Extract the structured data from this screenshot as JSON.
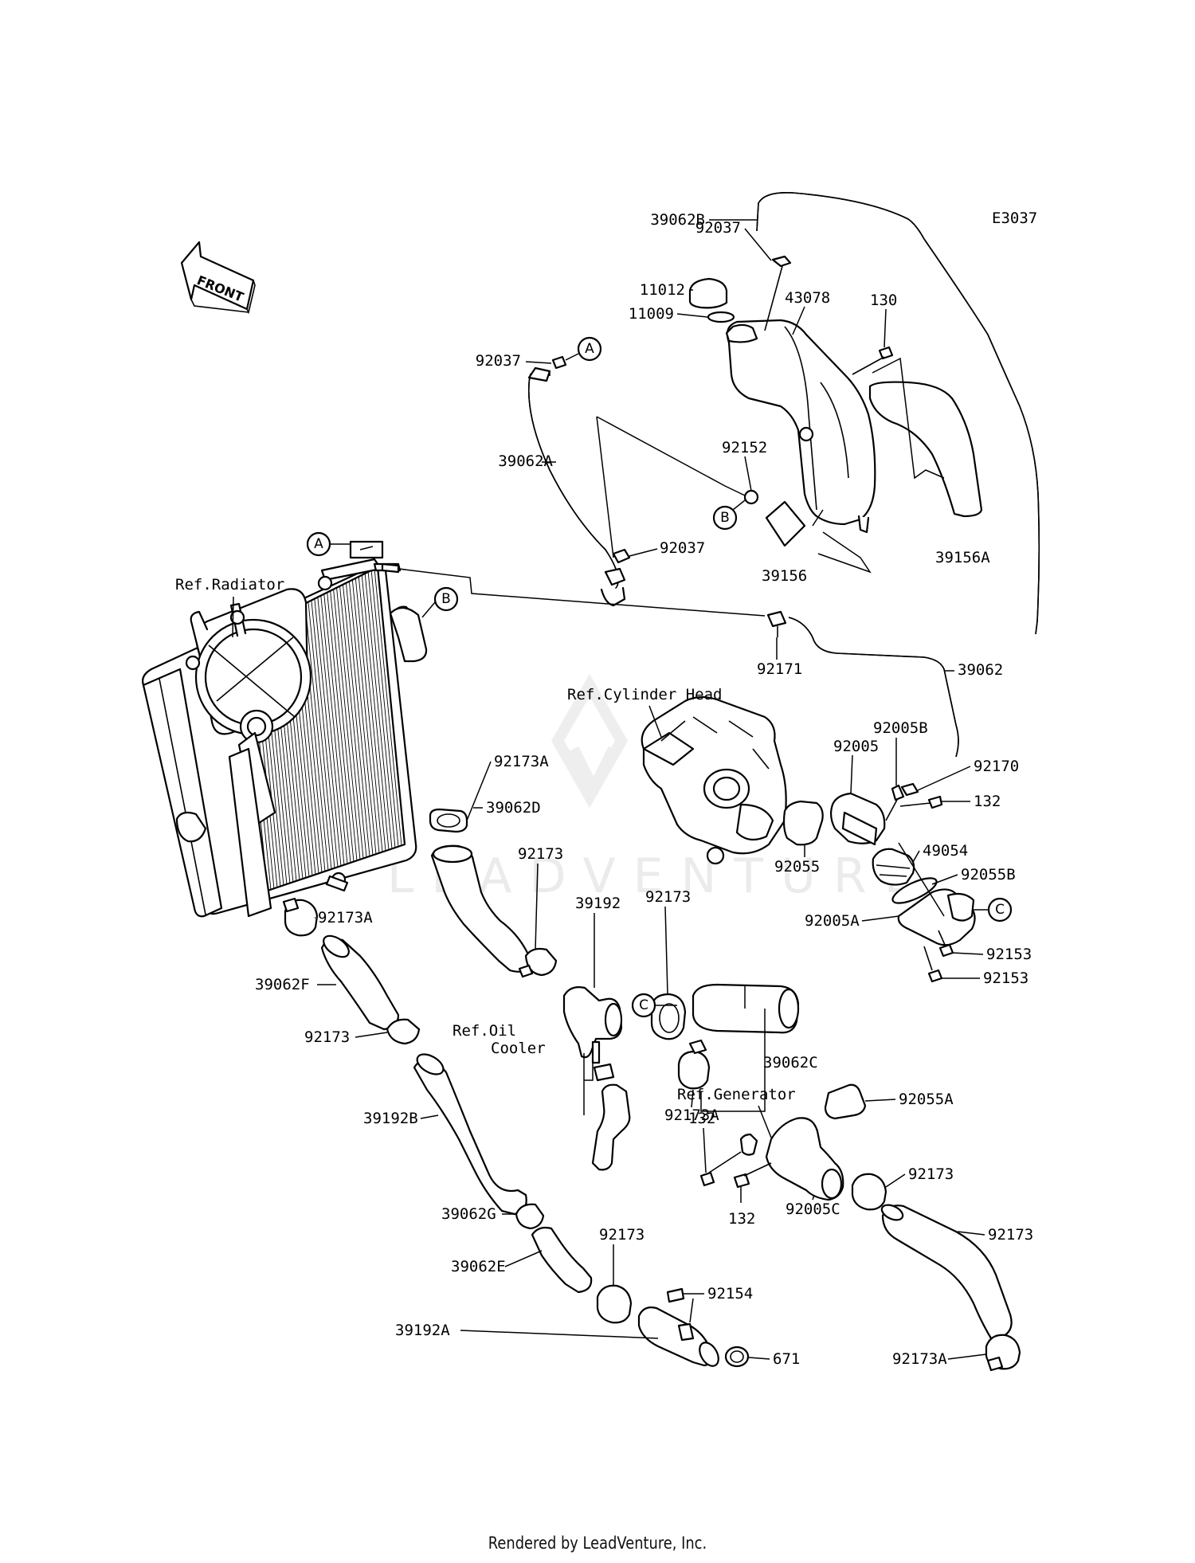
{
  "diagram_code": "E3037",
  "front_label": "FRONT",
  "watermark_text": "LEADVENTURE",
  "footer": "Rendered by LeadVenture, Inc.",
  "references": {
    "radiator": "Ref.Radiator",
    "cylinder_head": "Ref.Cylinder Head",
    "oil_cooler_1": "Ref.Oil",
    "oil_cooler_2": "Cooler",
    "generator": "Ref.Generator"
  },
  "circle_markers": [
    "A",
    "B",
    "C"
  ],
  "callouts": [
    "39062B",
    "92037",
    "11012",
    "11009",
    "43078",
    "130",
    "92037",
    "39062A",
    "92152",
    "92037",
    "39156",
    "39156A",
    "92171",
    "39062",
    "92005B",
    "92005",
    "92170",
    "132",
    "92173A",
    "39062D",
    "92055",
    "49054",
    "92055B",
    "92173",
    "39192",
    "92173",
    "92005A",
    "92153",
    "92153",
    "92173A",
    "39062F",
    "39062C",
    "92173A",
    "92173",
    "92055A",
    "132",
    "92173",
    "39192B",
    "132",
    "92005C",
    "92173",
    "39062G",
    "39062E",
    "92173",
    "92154",
    "39192A",
    "671",
    "92173A"
  ],
  "colors": {
    "line": "#000000",
    "background": "#ffffff",
    "watermark": "#e9e9e9"
  }
}
